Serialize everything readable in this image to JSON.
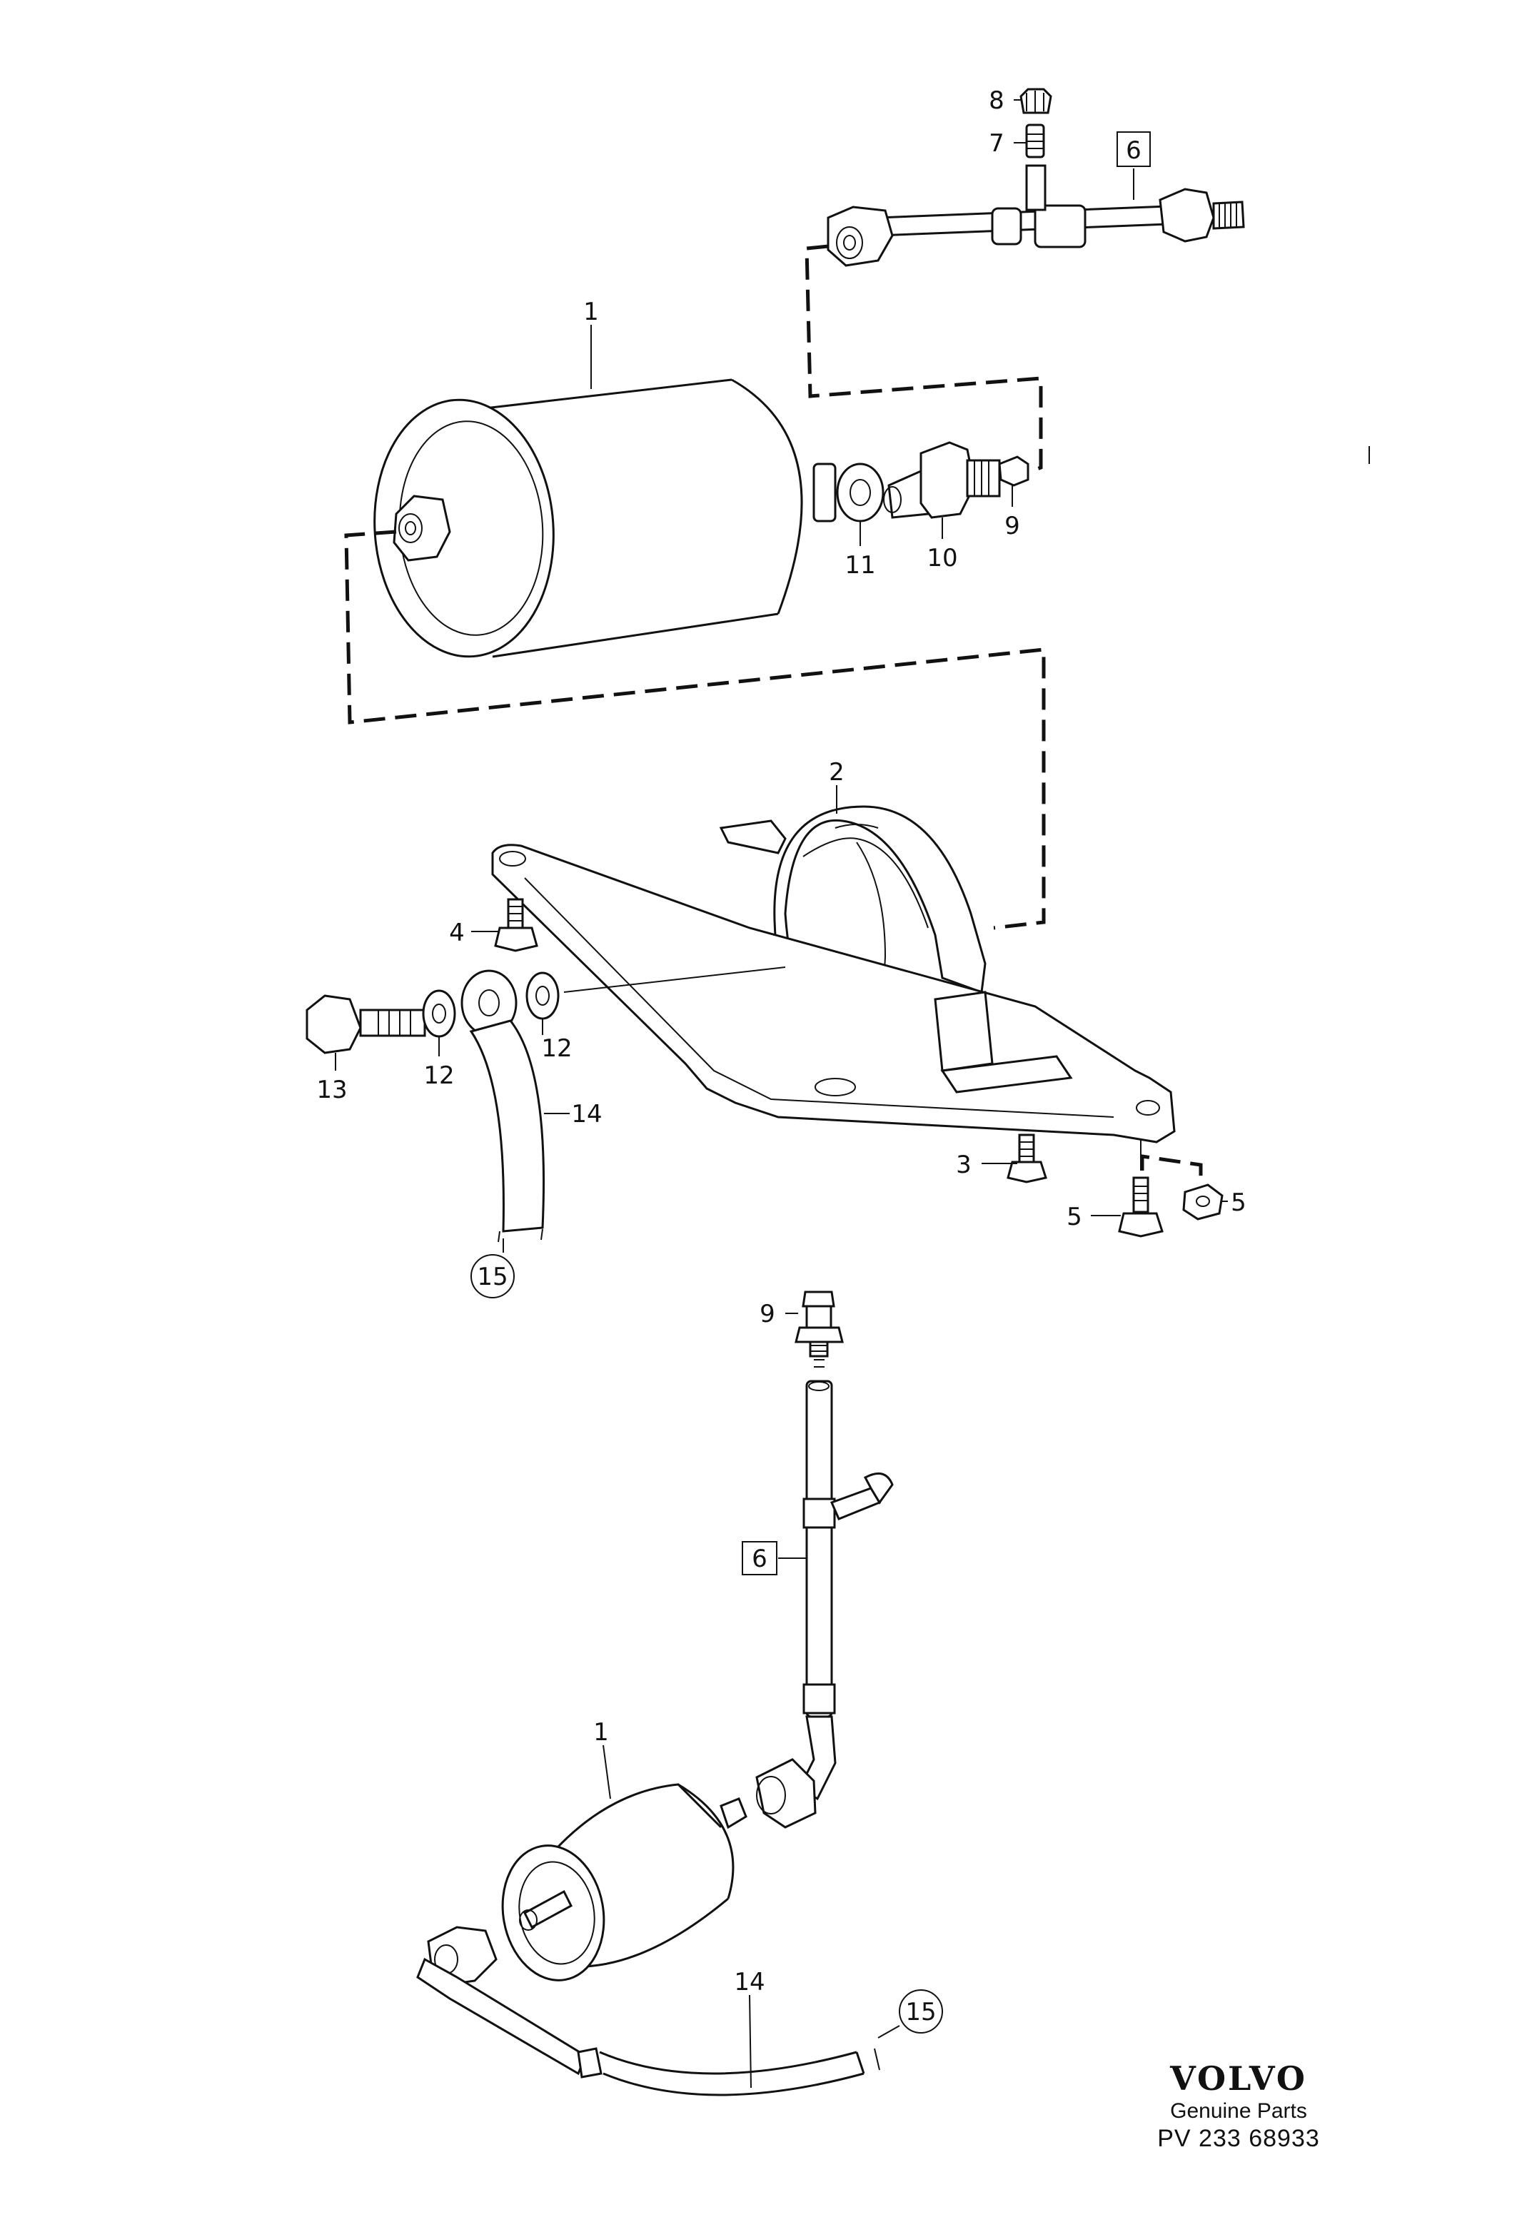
{
  "callouts": {
    "top_1": "1",
    "top_2": "2",
    "top_3": "3",
    "top_4": "4",
    "top_5a": "5",
    "top_5b": "5",
    "top_6": "6",
    "top_7": "7",
    "top_8": "8",
    "top_9": "9",
    "top_10": "10",
    "top_11": "11",
    "top_12a": "12",
    "top_12b": "12",
    "top_13": "13",
    "top_14": "14",
    "top_15": "15",
    "bot_1": "1",
    "bot_6": "6",
    "bot_9": "9",
    "bot_14": "14",
    "bot_15": "15"
  },
  "brand": {
    "logo": "VOLVO",
    "subtitle": "Genuine Parts",
    "reference": "PV 233 68933"
  }
}
